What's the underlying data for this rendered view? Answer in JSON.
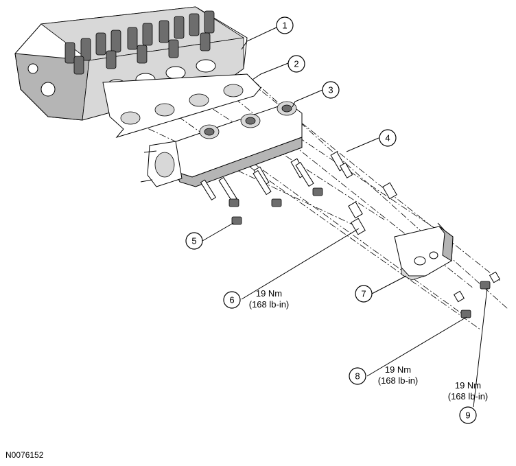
{
  "callouts": [
    {
      "number": "1"
    },
    {
      "number": "2"
    },
    {
      "number": "3"
    },
    {
      "number": "4"
    },
    {
      "number": "5"
    },
    {
      "number": "6"
    },
    {
      "number": "7"
    },
    {
      "number": "8"
    },
    {
      "number": "9"
    }
  ],
  "torque": {
    "six": {
      "value": "19 Nm",
      "imperial": "(168 lb-in)"
    },
    "eight": {
      "value": "19 Nm",
      "imperial": "(168 lb-in)"
    },
    "nine": {
      "value": "19 Nm",
      "imperial": "(168 lb-in)"
    }
  },
  "figure_id": "N0076152"
}
